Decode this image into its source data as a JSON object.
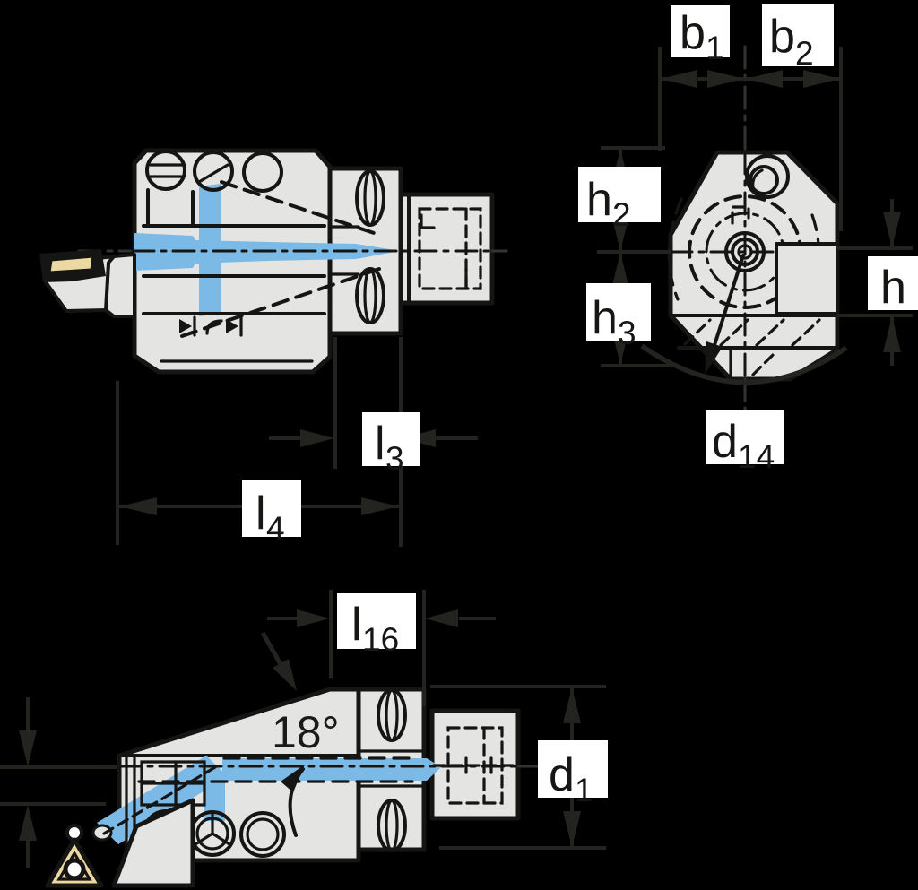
{
  "dims": {
    "b1": {
      "base": "b",
      "sub": "1"
    },
    "b2": {
      "base": "b",
      "sub": "2"
    },
    "h2": {
      "base": "h",
      "sub": "2"
    },
    "h3": {
      "base": "h",
      "sub": "3"
    },
    "h": {
      "base": "h",
      "sub": ""
    },
    "d14": {
      "base": "d",
      "sub": "14"
    },
    "l3": {
      "base": "l",
      "sub": "3"
    },
    "l4": {
      "base": "l",
      "sub": "4"
    },
    "l16": {
      "base": "l",
      "sub": "16"
    },
    "d1": {
      "base": "d",
      "sub": "1"
    },
    "angle": "18°"
  },
  "colors": {
    "bg": "#000000",
    "body": "#e4e4e2",
    "line": "#151513",
    "dim": "#23231f",
    "coolant": "#7bbae6",
    "insert": "#ecd9a2",
    "labelbg": "#ffffff",
    "labeltext": "#161614"
  }
}
